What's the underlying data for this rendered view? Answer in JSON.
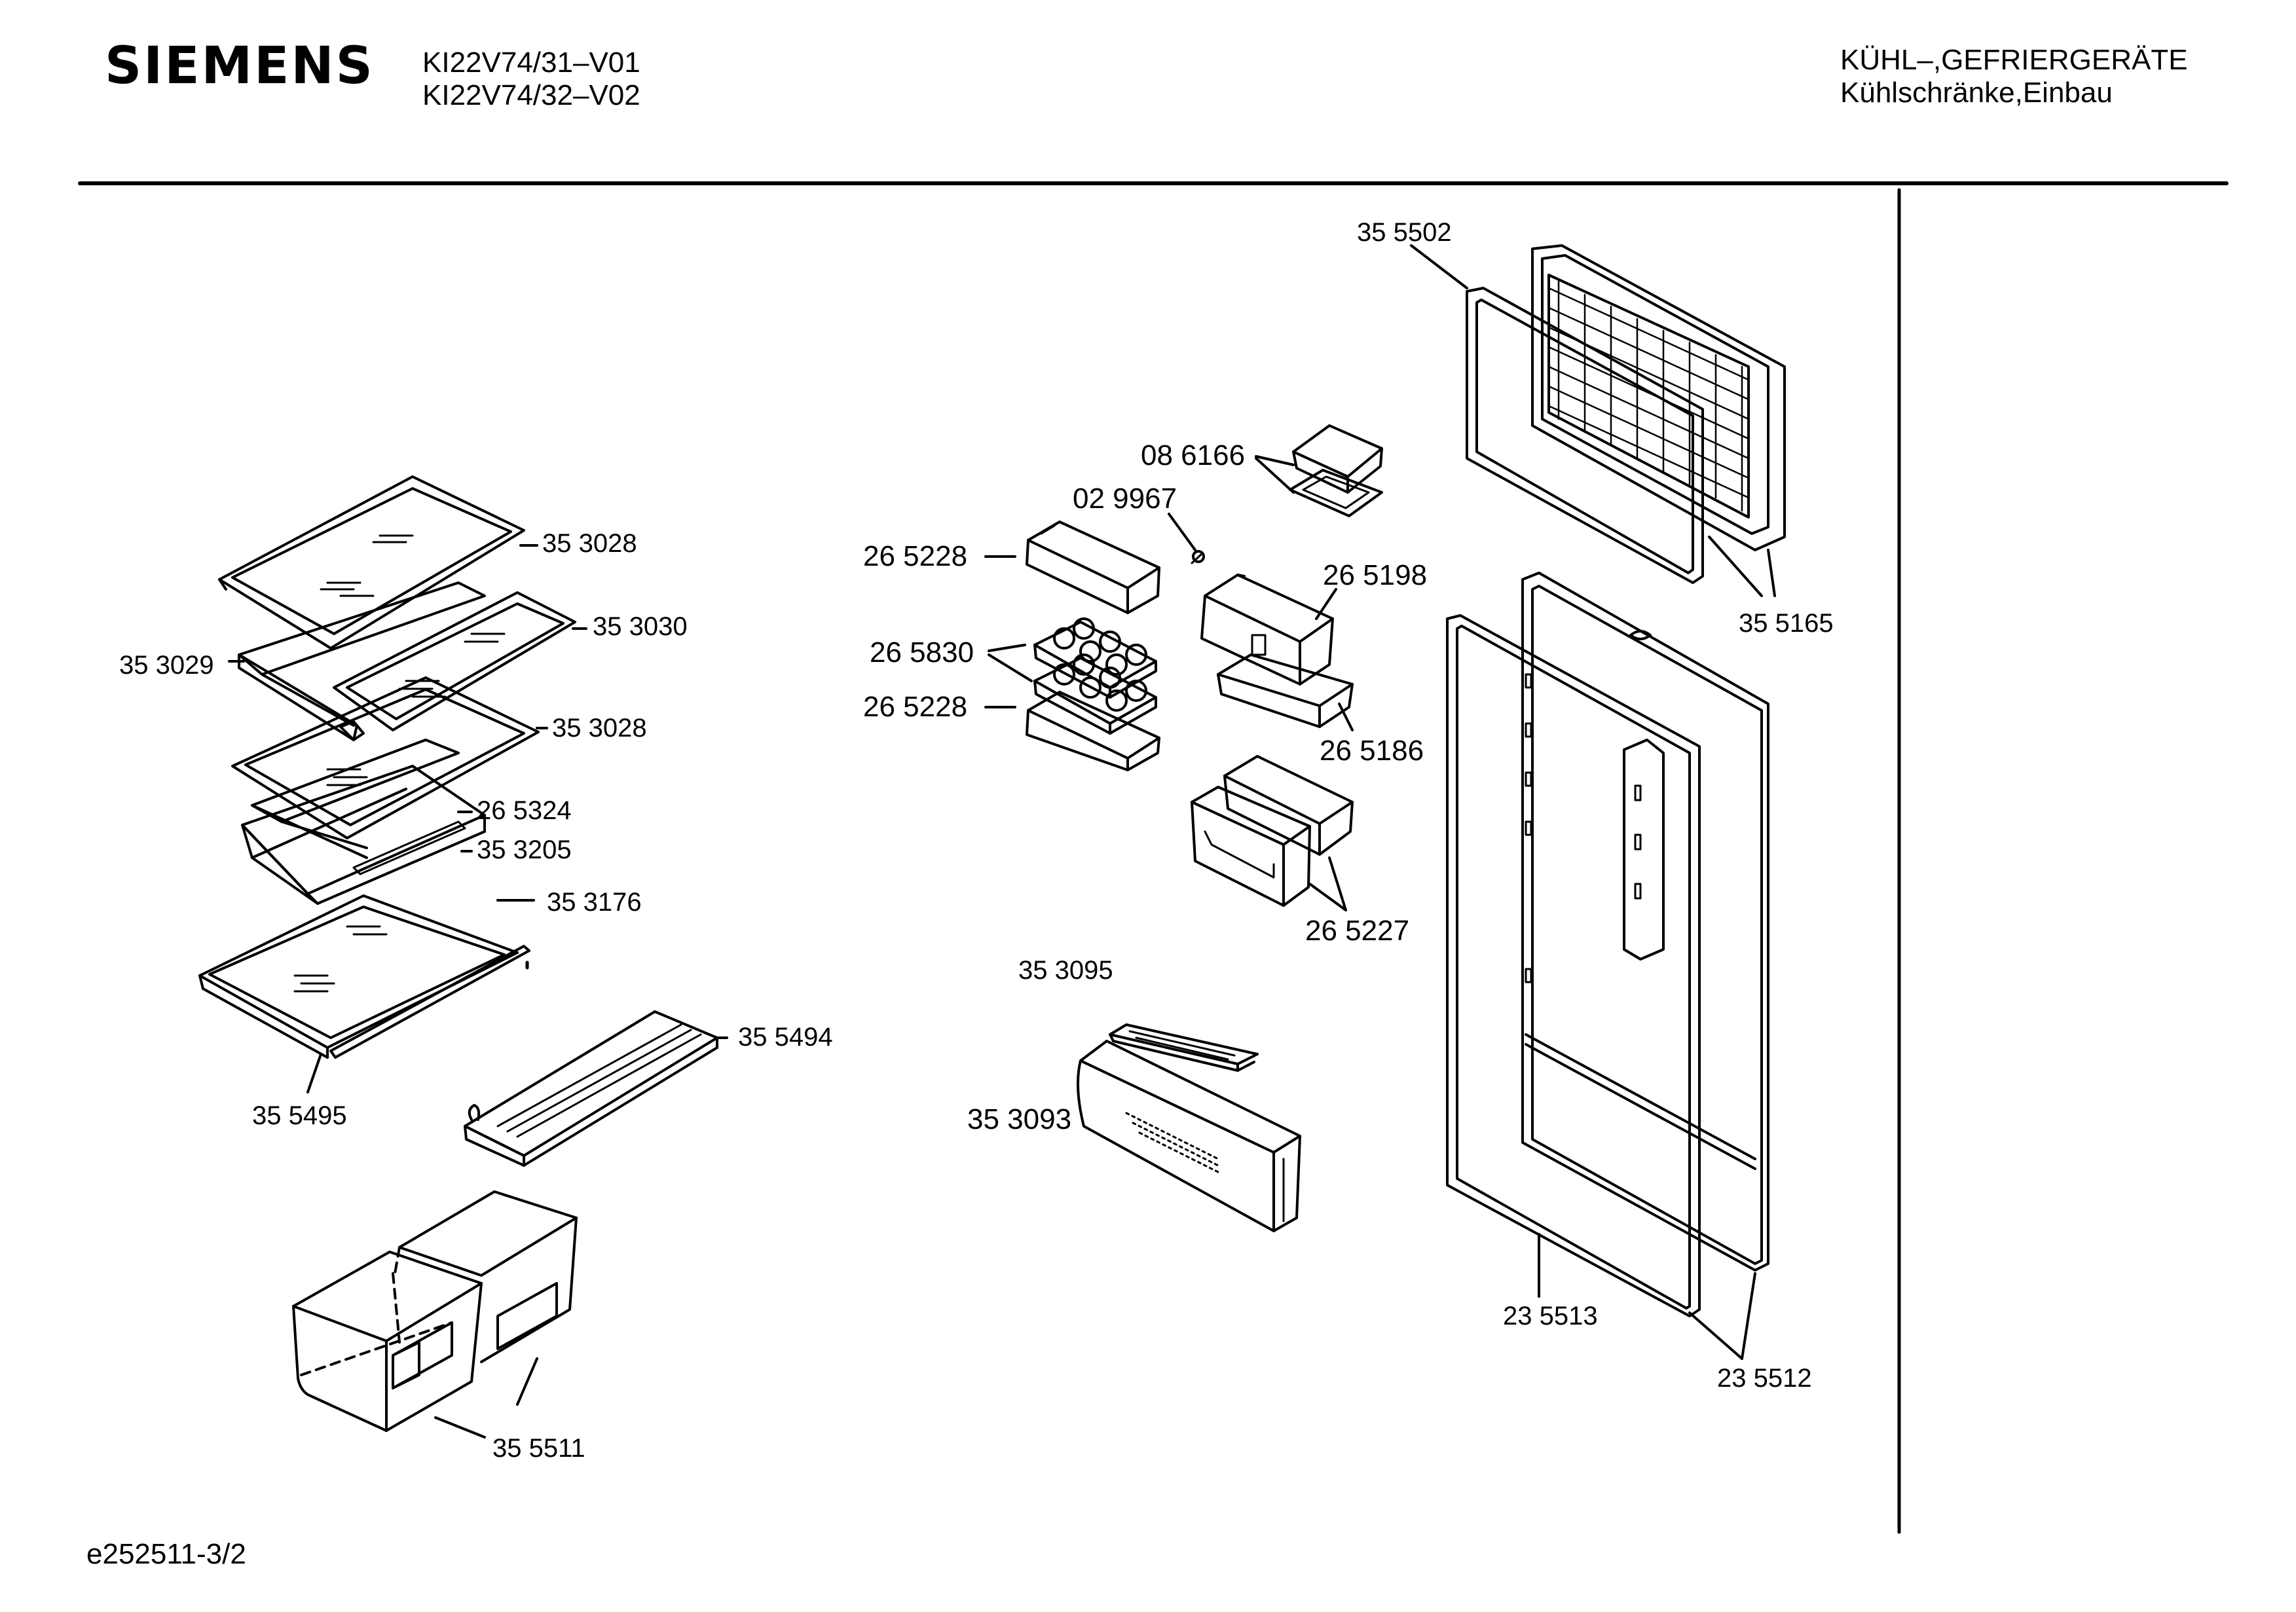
{
  "header": {
    "brand": "SIEMENS",
    "models": [
      "KI22V74/31–V01",
      "KI22V74/32–V02"
    ],
    "category": "KÜHL–,GEFRIERGERÄTE",
    "subcategory": "Kühlschränke,Einbau"
  },
  "footer": {
    "diagram_id": "e252511-3/2"
  },
  "parts": [
    "35 3028",
    "35 3029",
    "35 3030",
    "35 3028",
    "26 5324",
    "35 3205",
    "35 3176",
    "35 5495",
    "35 5494",
    "35 5511",
    "08 6166",
    "02 9967",
    "26 5228",
    "26 5830",
    "26 5228",
    "26 5198",
    "26 5186",
    "26 5227",
    "35 3095",
    "35 3093",
    "35 5502",
    "35 5165",
    "23 5513",
    "23 5512"
  ]
}
